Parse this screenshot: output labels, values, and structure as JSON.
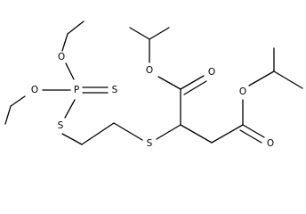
{
  "molecule": {
    "atoms": [
      {
        "id": "o-ethoxy-top",
        "label": "O"
      },
      {
        "id": "o-ethoxy-left",
        "label": "O"
      },
      {
        "id": "p-center",
        "label": "P"
      },
      {
        "id": "s-thiono",
        "label": "S"
      },
      {
        "id": "s-thio-ester",
        "label": "S"
      },
      {
        "id": "s-thioether",
        "label": "S"
      },
      {
        "id": "o-ester-1",
        "label": "O"
      },
      {
        "id": "o-carbonyl-1",
        "label": "O"
      },
      {
        "id": "o-ester-2",
        "label": "O"
      },
      {
        "id": "o-carbonyl-2",
        "label": "O"
      }
    ]
  }
}
